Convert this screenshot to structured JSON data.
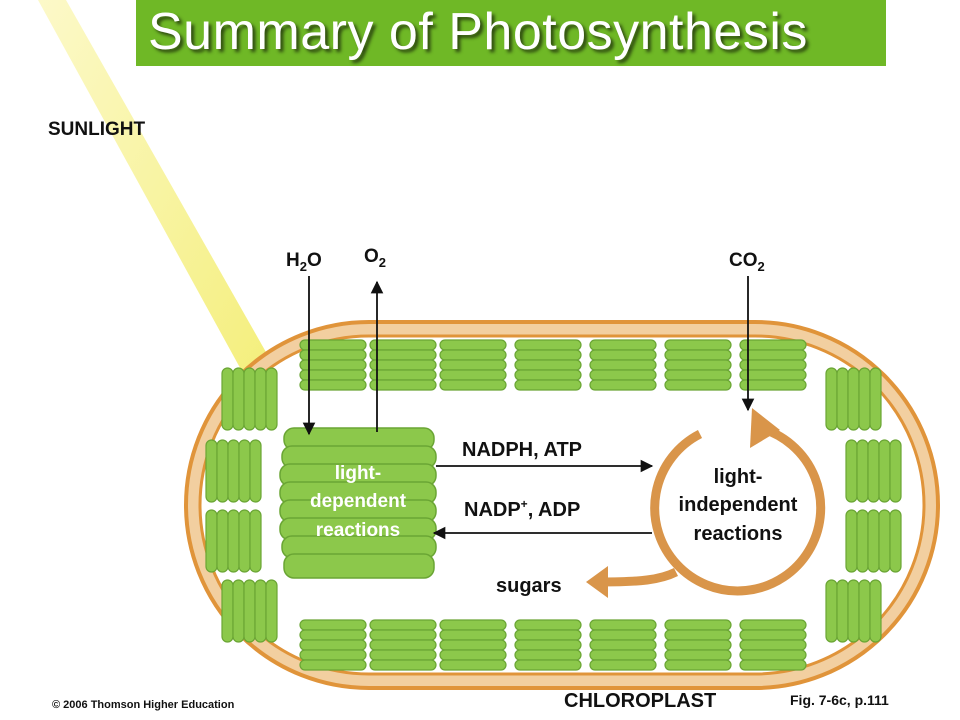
{
  "title": "Summary of Photosynthesis",
  "labels": {
    "sunlight": "SUNLIGHT",
    "h2o": {
      "main": "H",
      "sub": "2",
      "tail": "O"
    },
    "o2": {
      "main": "O",
      "sub": "2"
    },
    "co2": {
      "main": "CO",
      "sub": "2"
    },
    "light_dependent": [
      "light-",
      "dependent",
      "reactions"
    ],
    "light_independent": [
      "light-",
      "independent",
      "reactions"
    ],
    "nadph_atp": "NADPH, ATP",
    "nadp_adp": {
      "main": "NADP",
      "sup": "+",
      "tail": ", ADP"
    },
    "sugars": "sugars",
    "chloroplast": "CHLOROPLAST"
  },
  "footer": {
    "copyright": "© 2006 Thomson Higher Education",
    "figure": "Fig. 7-6c, p.111"
  },
  "colors": {
    "title_bar": "#6fb826",
    "thylakoid_green": "#8cc84b",
    "membrane_orange": "#e0943a",
    "cycle_orange": "#d9954a",
    "sunlight_yellow": "#f2ee6a"
  }
}
